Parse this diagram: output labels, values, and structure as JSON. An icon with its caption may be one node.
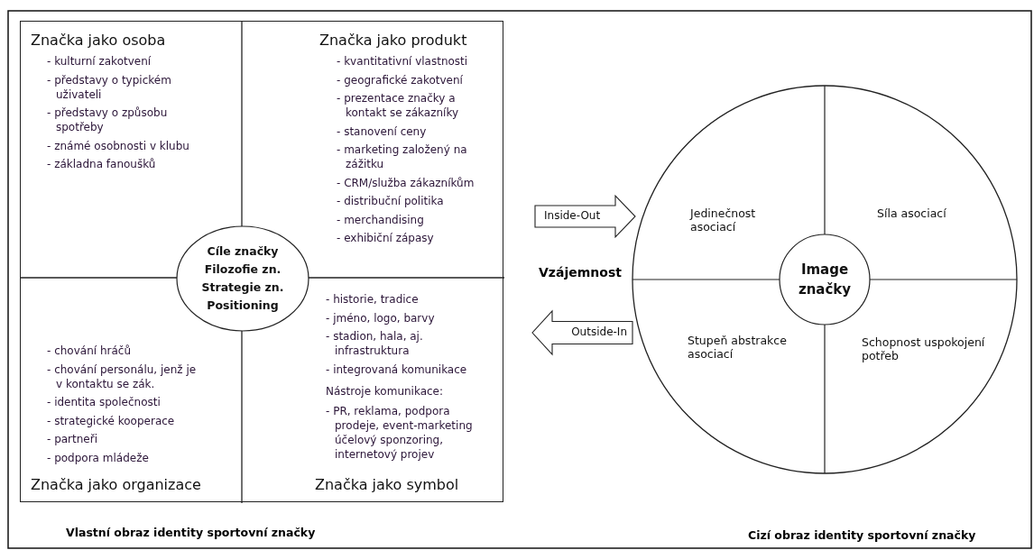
{
  "diagram": {
    "nodes": [
      {
        "text": [],
        "shape": "box"
      },
      {
        "text": [
          "Značka jako osoba",
          "- kulturní zakotvení",
          "- představy o typickém uživateli",
          "- představy o způsobu spotřeby",
          "- známé osobnosti v klubu",
          "- základna fanoušků"
        ],
        "in": 0
      },
      {
        "text": [
          "Značka jako produkt",
          "- kvantitativní vlastnosti",
          "- geografické zakotvení",
          "- prezentace značky a kontakt se zákazníky",
          "- stanovení ceny",
          "- marketing založený na zážitku",
          "- CRM/služba zákazníkům",
          "- distribuční politika",
          "- merchandising",
          "- exhibiční zápasy"
        ],
        "in": 0
      },
      {
        "text": [
          "Cíle značky",
          "Filozofie zn.",
          "Strategie zn.",
          "Positioning"
        ],
        "in": 0
      },
      {
        "text": [
          "- chování hráčů",
          "- chování personálu, jenž je v kontaktu se zák.",
          "- identita společnosti",
          "- strategické kooperace",
          "- partneři",
          "- podpora mládeže",
          "Značka jako organizace"
        ],
        "in": 0
      },
      {
        "text": [
          "- historie, tradice",
          "- jméno, logo, barvy",
          "- stadion, hala, aj. infrastruktura",
          "- integrovaná komunikace",
          "Nástroje komunikace:",
          "- PR, reklama, podpora prodeje, event-marketing účelový sponzoring, internetový projev",
          "Značka jako symbol"
        ],
        "in": 0
      },
      {
        "text": [
          "Inside-Out"
        ]
      },
      {
        "text": [
          "Outside-In"
        ]
      },
      {
        "text": [],
        "shape": "circle"
      },
      {
        "text": [
          "Jedinečnost asociací"
        ],
        "in": 8
      },
      {
        "text": [
          "Síla asociací"
        ],
        "in": 8
      },
      {
        "text": [
          "Image značky"
        ],
        "in": 8
      },
      {
        "text": [
          "Stupeň abstrakce asociací"
        ],
        "in": 8
      },
      {
        "text": [
          "Schopnost uspokojení potřeb"
        ],
        "in": 8
      }
    ],
    "labels": [
      "Vzájemnost",
      "Vlastní obraz identity sportovní značky",
      "Cizí obraz identity sportovní značky"
    ]
  }
}
